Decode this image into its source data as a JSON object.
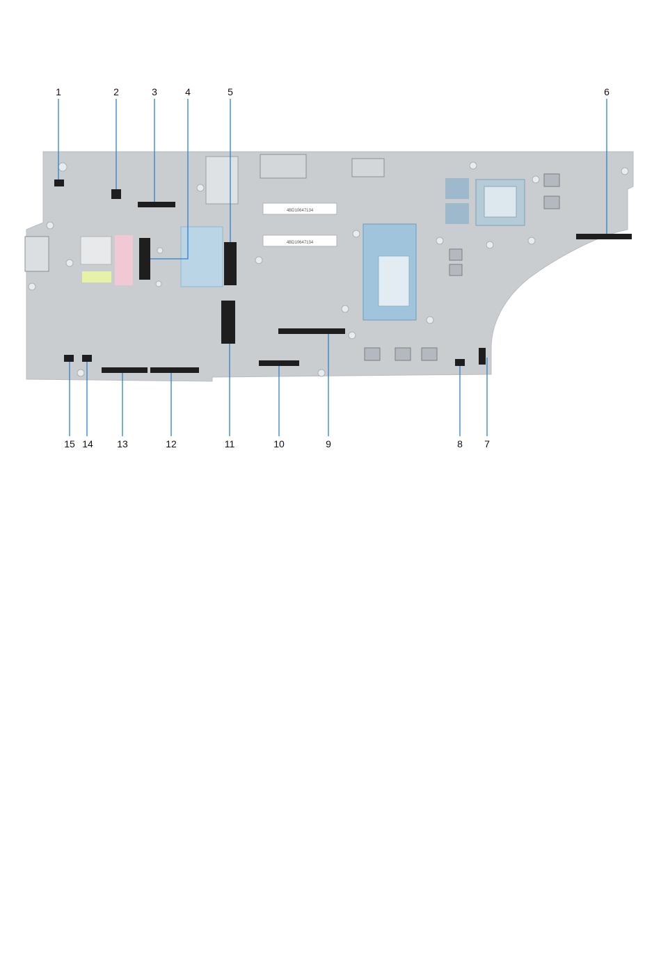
{
  "diagram": {
    "callouts_top": [
      "1",
      "2",
      "3",
      "4",
      "5",
      "6"
    ],
    "callouts_bottom": [
      "15",
      "14",
      "13",
      "12",
      "11",
      "10",
      "9",
      "8",
      "7"
    ],
    "board_label_1": "4BD10647134",
    "board_label_2": "4BD10647134",
    "colors": {
      "board": "#c9cdd0",
      "board_edge": "#b8bcc0",
      "leader": "#2d7fd0",
      "connector": "#1e1e1e",
      "heatpad": "#b9d5e6",
      "pink_pad": "#f1c9d4",
      "sticker": "#e6f2a8"
    }
  }
}
